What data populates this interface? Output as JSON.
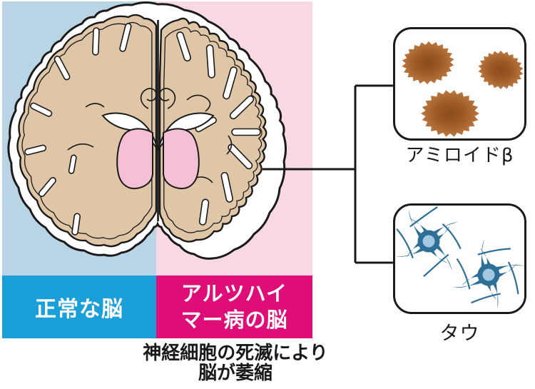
{
  "panels": {
    "left_bg_color": "#B9D4E5",
    "right_bg_color": "#F9D8E5",
    "left_label": "正常な脳",
    "left_label_bg": "#1A9FD9",
    "right_label": "アルツハイ\nマー病の脳",
    "right_label_bg": "#DF0D78"
  },
  "caption": {
    "text": "神経細胞の死滅により\n脳が萎縮"
  },
  "brain": {
    "outline_color": "#1a1a1a",
    "cortex_color": "#DFC6A6",
    "ventricle_color": "#FFFFFF",
    "thalamus_color": "#F5BFD5"
  },
  "callouts": {
    "amyloid": {
      "label": "アミロイドβ",
      "plaque_center_color": "#8C4A1E",
      "plaque_mid_color": "#9E5B26",
      "plaque_edge_color": "#BD7840"
    },
    "tau": {
      "label": "タウ",
      "body_color": "#2D6F97",
      "nucleus_color": "#A3C9E2"
    }
  }
}
